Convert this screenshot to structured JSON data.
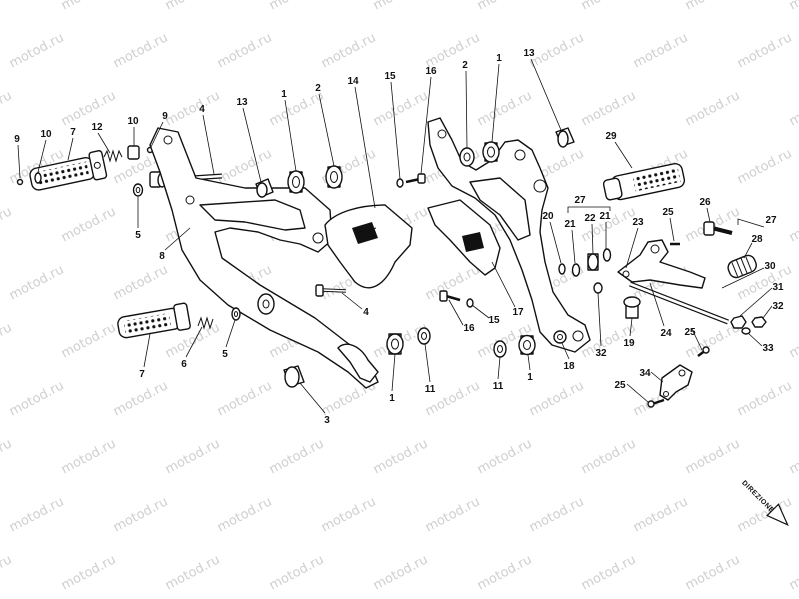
{
  "watermark": "motod.ru",
  "diagram": {
    "callouts": [
      "9",
      "10",
      "7",
      "12",
      "10",
      "9",
      "4",
      "13",
      "1",
      "2",
      "14",
      "15",
      "16",
      "2",
      "1",
      "13",
      "29",
      "5",
      "8",
      "27",
      "20",
      "21",
      "22",
      "21",
      "23",
      "25",
      "26",
      "27",
      "28",
      "30",
      "31",
      "32",
      "33",
      "4",
      "15",
      "16",
      "17",
      "7",
      "6",
      "5",
      "24",
      "25",
      "19",
      "32",
      "18",
      "1",
      "11",
      "1",
      "11",
      "3",
      "34",
      "25"
    ],
    "direction_label": "DIREZIONE"
  },
  "colors": {
    "line": "#111111",
    "watermark": "#cfcfcf",
    "background": "#ffffff"
  }
}
